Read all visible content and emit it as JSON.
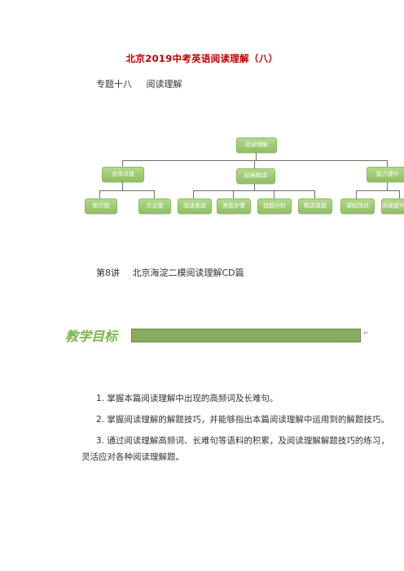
{
  "document": {
    "title": "北京2019中考英语阅读理解（八）",
    "topic_num": "专题十八",
    "topic_name": "阅读理解"
  },
  "mindmap": {
    "root": "阅读理解",
    "branches": [
      {
        "label": "名师点拨",
        "children": [
          "知识图",
          "方法图"
        ]
      },
      {
        "label": "经典精讲",
        "children": [
          "阅读思路",
          "答题步骤",
          "错题分析",
          "精讲真题"
        ]
      },
      {
        "label": "能力提升",
        "children": [
          "课程改进",
          "阅读提升"
        ]
      }
    ]
  },
  "lecture": {
    "num": "第8讲",
    "title": "北京海淀二模阅读理解CD篇"
  },
  "goals_section": {
    "heading": "教学目标",
    "mark": "↵",
    "items": [
      "1. 掌握本篇阅读理解中出现的高频词及长难句。",
      "2. 掌握阅读理解的解题技巧，并能够指出本篇阅读理解中运用到的解题技巧。",
      "3. 通过阅读理解高频词、长难句等语料的积累，及阅读理解解题技巧的练习，灵活应对各种阅读理解题。"
    ]
  },
  "colors": {
    "title": "#c00000",
    "node_fill": "#9cc873",
    "heading": "#7ab648",
    "bar": "#8aab62"
  }
}
